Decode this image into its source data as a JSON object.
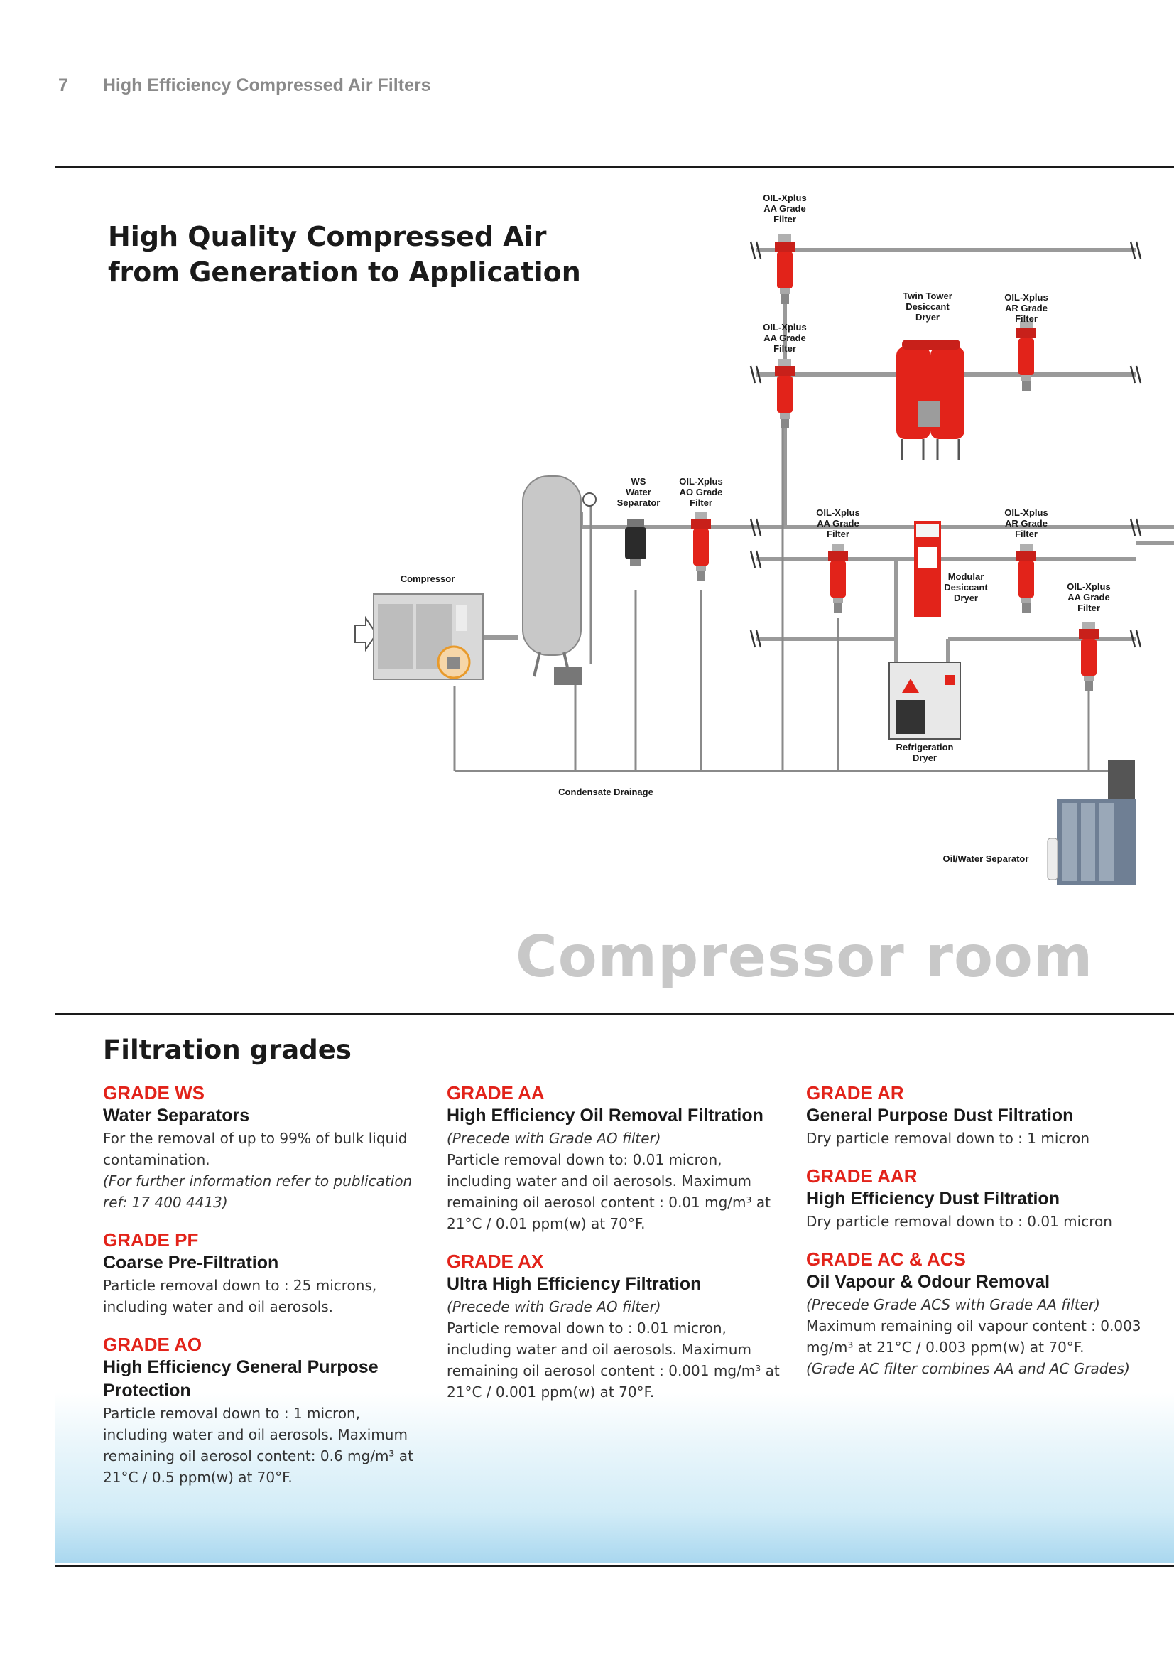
{
  "header": {
    "page_number": "7",
    "title": "High Efficiency Compressed Air Filters"
  },
  "main_title": {
    "line1": "High Quality Compressed Air",
    "line2": "from Generation to Application"
  },
  "diagram": {
    "labels": {
      "filter_aa_top": [
        "OIL-Xplus",
        "AA Grade",
        "Filter"
      ],
      "twin_tower": [
        "Twin Tower",
        "Desiccant",
        "Dryer"
      ],
      "filter_ar_top": [
        "OIL-Xplus",
        "AR Grade",
        "Filter"
      ],
      "filter_aa_mid": [
        "OIL-Xplus",
        "AA Grade",
        "Filter"
      ],
      "water_separator": [
        "WS",
        "Water",
        "Separator"
      ],
      "filter_ao": [
        "OIL-Xplus",
        "AO Grade",
        "Filter"
      ],
      "filter_aa_low": [
        "OIL-Xplus",
        "AA Grade",
        "Filter"
      ],
      "filter_ar_low": [
        "OIL-Xplus",
        "AR Grade",
        "Filter"
      ],
      "modular_dryer": [
        "Modular",
        "Desiccant",
        "Dryer"
      ],
      "filter_aa_right": [
        "OIL-Xplus",
        "AA Grade",
        "Filter"
      ],
      "compressor": "Compressor",
      "refrigeration_dryer": [
        "Refrigeration",
        "Dryer"
      ],
      "condensate_drainage": "Condensate Drainage",
      "oil_water_separator": "Oil/Water Separator"
    },
    "colors": {
      "filter": "#e2231a",
      "pipe": "#9a9a9a",
      "equipment": "#bdbdbd"
    }
  },
  "room_title": "Compressor room",
  "section_title": "Filtration grades",
  "columns": [
    [
      {
        "title": "GRADE WS",
        "subtitle": "Water Separators",
        "desc": "For the removal of up to 99% of bulk liquid contamination.",
        "note": "(For further information refer to publication ref: 17 400 4413)"
      },
      {
        "title": "GRADE PF",
        "subtitle": "Coarse Pre-Filtration",
        "desc": "Particle removal down to : 25 microns, including water and oil aerosols."
      },
      {
        "title": "GRADE AO",
        "subtitle": "High Efficiency General Purpose Protection",
        "desc": "Particle removal down to : 1 micron, including water and oil aerosols. Maximum remaining oil aerosol content: 0.6 mg/m³ at 21°C / 0.5 ppm(w) at 70°F."
      }
    ],
    [
      {
        "title": "GRADE AA",
        "subtitle": "High Efficiency Oil Removal Filtration",
        "note": "(Precede with Grade AO filter)",
        "desc": "Particle removal down to: 0.01 micron, including water and oil aerosols. Maximum remaining oil aerosol content : 0.01 mg/m³ at 21°C / 0.01 ppm(w) at 70°F."
      },
      {
        "title": "GRADE AX",
        "subtitle": "Ultra High Efficiency Filtration",
        "note": "(Precede with Grade AO filter)",
        "desc": "Particle removal down to : 0.01 micron, including water and oil aerosols. Maximum remaining oil aerosol content : 0.001 mg/m³ at 21°C / 0.001 ppm(w) at 70°F."
      }
    ],
    [
      {
        "title": "GRADE AR",
        "subtitle": "General Purpose Dust Filtration",
        "desc": "Dry particle removal down to : 1 micron"
      },
      {
        "title": "GRADE AAR",
        "subtitle": "High Efficiency Dust Filtration",
        "desc": "Dry particle removal down to : 0.01 micron"
      },
      {
        "title": "GRADE AC & ACS",
        "subtitle": "Oil Vapour & Odour Removal",
        "note": "(Precede Grade ACS with Grade AA filter)",
        "desc": "Maximum remaining oil vapour content : 0.003 mg/m³ at 21°C / 0.003 ppm(w) at 70°F.",
        "note2": "(Grade AC filter combines AA and AC Grades)"
      }
    ]
  ]
}
